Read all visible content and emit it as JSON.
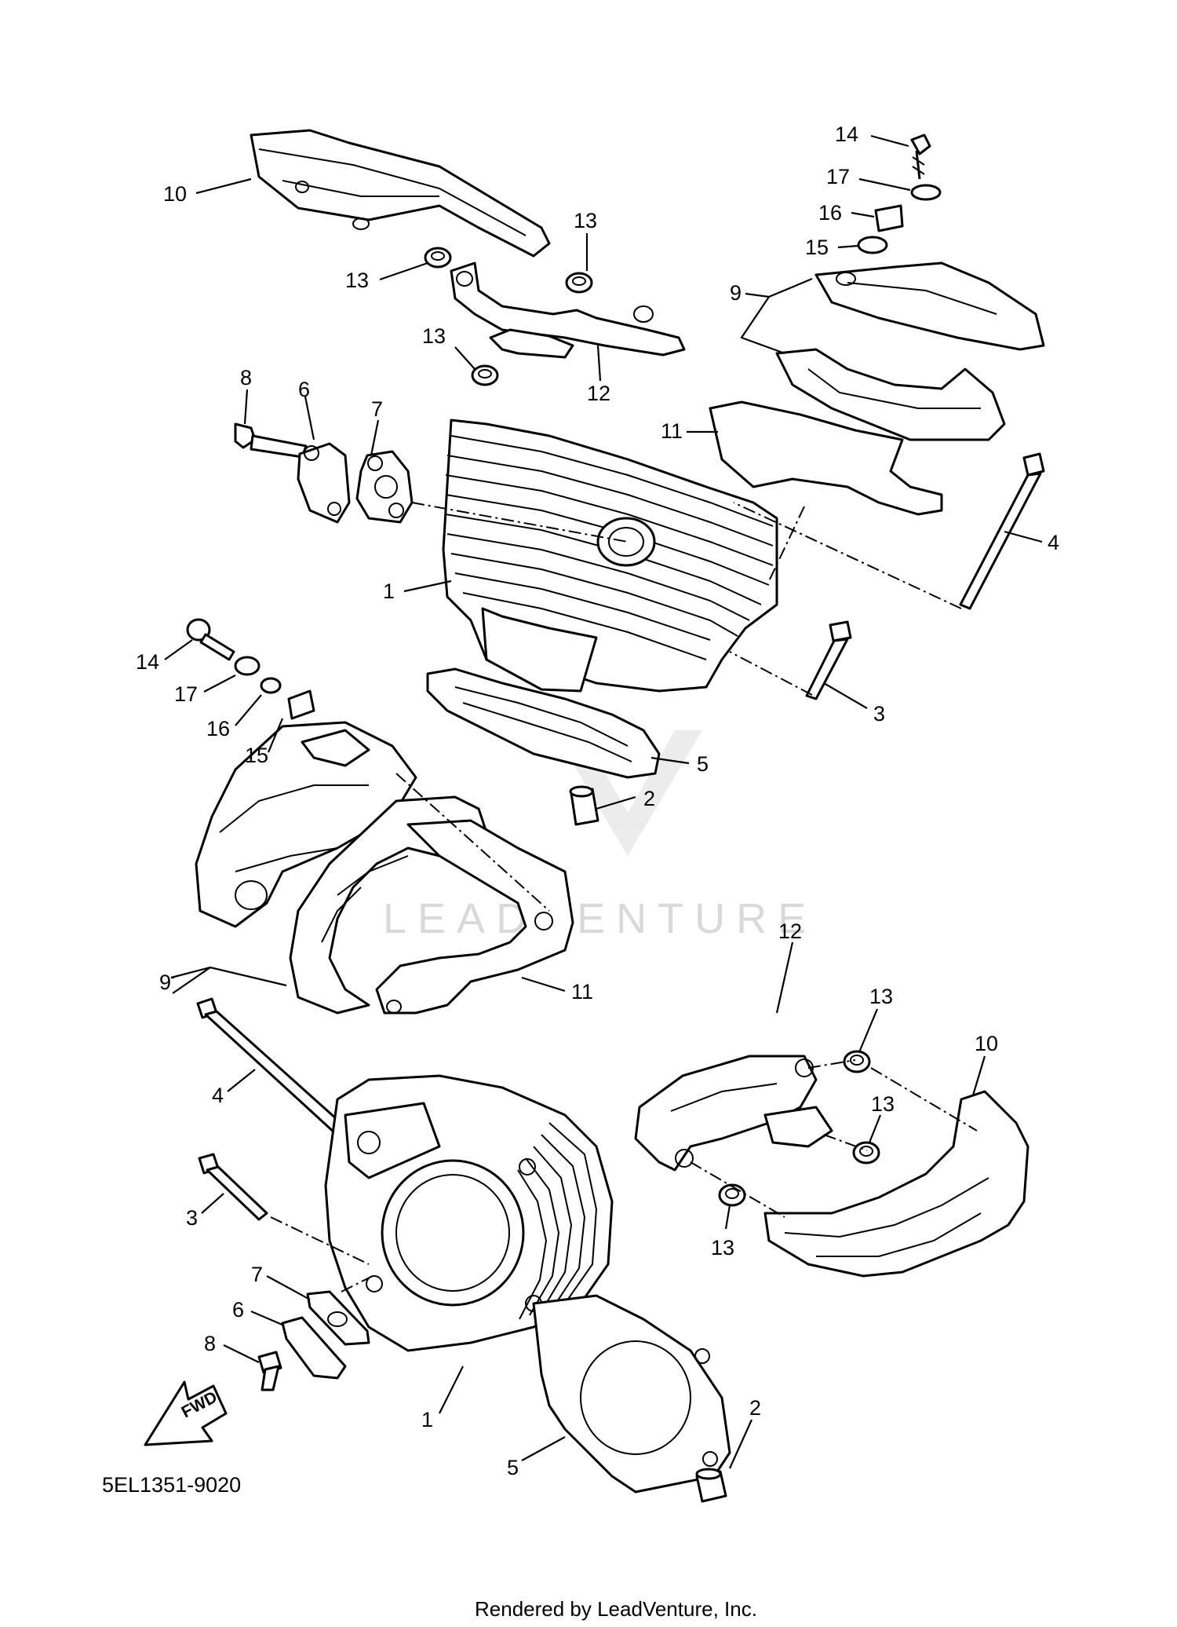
{
  "diagram": {
    "code": "5EL1351-9020",
    "footer": "Rendered by LeadVenture, Inc.",
    "watermark": "LEADVENTURE",
    "fwd_label": "FWD",
    "callouts": [
      {
        "id": "10",
        "text": "10"
      },
      {
        "id": "13",
        "text": "13"
      },
      {
        "id": "13",
        "text": "13"
      },
      {
        "id": "13",
        "text": "13"
      },
      {
        "id": "12",
        "text": "12"
      },
      {
        "id": "14",
        "text": "14"
      },
      {
        "id": "17",
        "text": "17"
      },
      {
        "id": "16",
        "text": "16"
      },
      {
        "id": "15",
        "text": "15"
      },
      {
        "id": "9",
        "text": "9"
      },
      {
        "id": "11",
        "text": "11"
      },
      {
        "id": "8",
        "text": "8"
      },
      {
        "id": "6",
        "text": "6"
      },
      {
        "id": "7",
        "text": "7"
      },
      {
        "id": "1",
        "text": "1"
      },
      {
        "id": "4",
        "text": "4"
      },
      {
        "id": "3",
        "text": "3"
      },
      {
        "id": "14",
        "text": "14"
      },
      {
        "id": "17",
        "text": "17"
      },
      {
        "id": "16",
        "text": "16"
      },
      {
        "id": "15",
        "text": "15"
      },
      {
        "id": "5",
        "text": "5"
      },
      {
        "id": "2",
        "text": "2"
      },
      {
        "id": "9",
        "text": "9"
      },
      {
        "id": "11",
        "text": "11"
      },
      {
        "id": "12",
        "text": "12"
      },
      {
        "id": "13",
        "text": "13"
      },
      {
        "id": "10",
        "text": "10"
      },
      {
        "id": "13",
        "text": "13"
      },
      {
        "id": "4",
        "text": "4"
      },
      {
        "id": "3",
        "text": "3"
      },
      {
        "id": "13",
        "text": "13"
      },
      {
        "id": "7",
        "text": "7"
      },
      {
        "id": "6",
        "text": "6"
      },
      {
        "id": "8",
        "text": "8"
      },
      {
        "id": "1",
        "text": "1"
      },
      {
        "id": "2",
        "text": "2"
      },
      {
        "id": "5",
        "text": "5"
      }
    ]
  }
}
